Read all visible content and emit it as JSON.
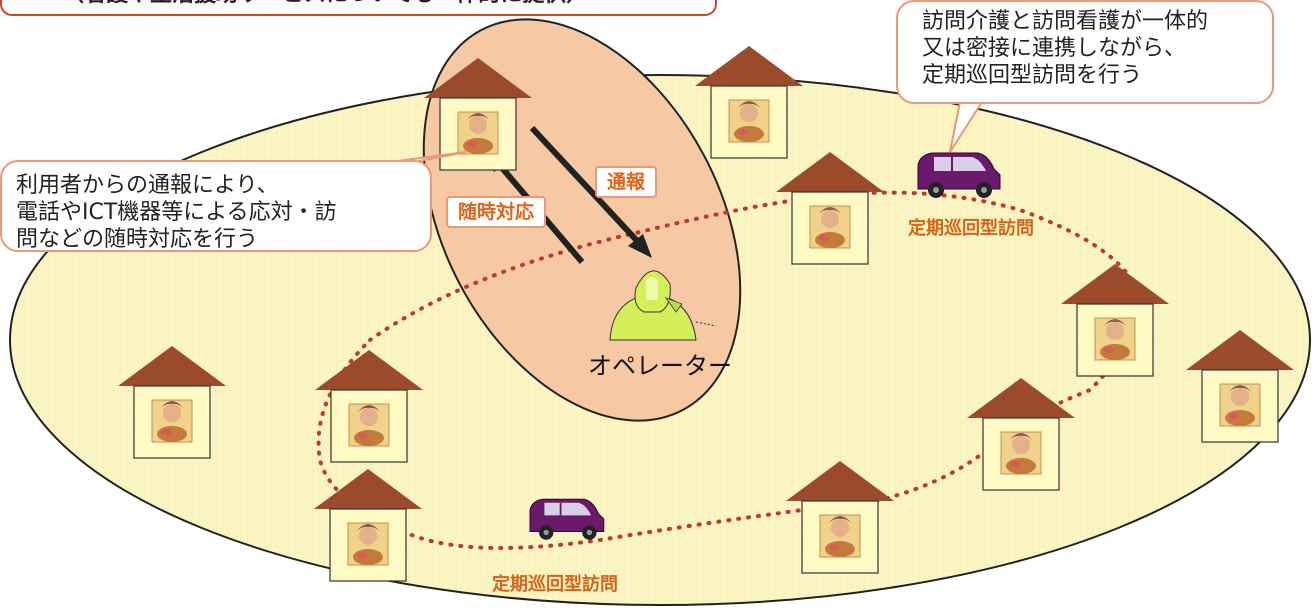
{
  "header_text": "（看護や生活援助サービスについても一体的に提供）",
  "callout_left": {
    "lines": [
      "利用者からの通報により、",
      "電話やICT機器等による応対・訪",
      "問などの随時対応を行う"
    ]
  },
  "callout_right": {
    "lines": [
      "訪問介護と訪問看護が一体的",
      "又は密接に連携しながら、",
      "定期巡回型訪問を行う"
    ]
  },
  "tag_report": "通報",
  "tag_response": "随時対応",
  "route_label_top": "定期巡回型訪問",
  "route_label_bottom": "定期巡回型訪問",
  "operator_label": "オペレーター",
  "colors": {
    "area_fill": "#faf5c3",
    "area_stroke": "#222222",
    "operator_zone": "#f6c9a4",
    "house_roof": "#9b4a2c",
    "house_wall": "#fff9c4",
    "route": "#c0392b",
    "van": "#6b1a6b",
    "accent_orange": "#e0641a",
    "callout_border": "#e69a78"
  }
}
